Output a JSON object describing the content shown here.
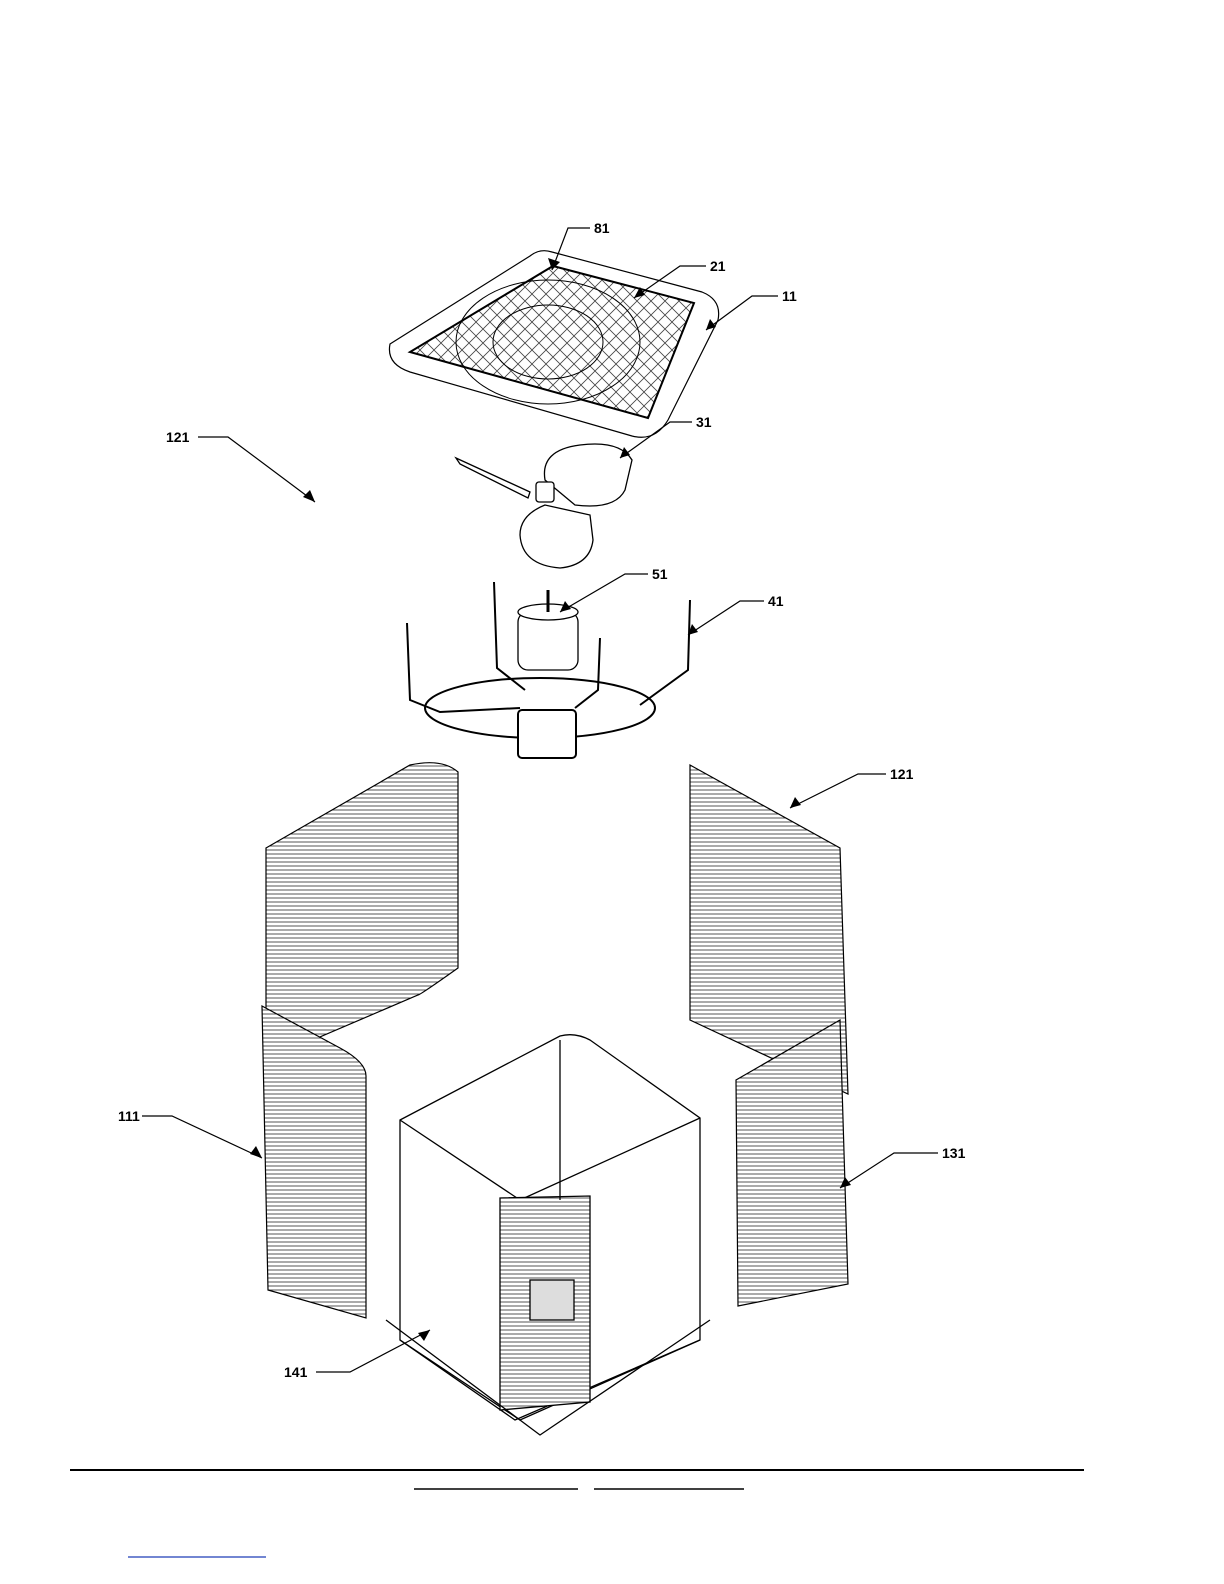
{
  "diagram": {
    "callouts": [
      {
        "id": "81"
      },
      {
        "id": "21"
      },
      {
        "id": "11"
      },
      {
        "id": "31"
      },
      {
        "id": "51"
      },
      {
        "id": "41"
      },
      {
        "id": "121",
        "side": "left"
      },
      {
        "id": "121",
        "side": "right"
      },
      {
        "id": "111"
      },
      {
        "id": "131"
      },
      {
        "id": "141"
      }
    ]
  },
  "colors": {
    "line": "#000000",
    "panel_fill": "#ffffff",
    "grille_hatch": "#555555",
    "blue_rule": "#1f3fb8"
  }
}
